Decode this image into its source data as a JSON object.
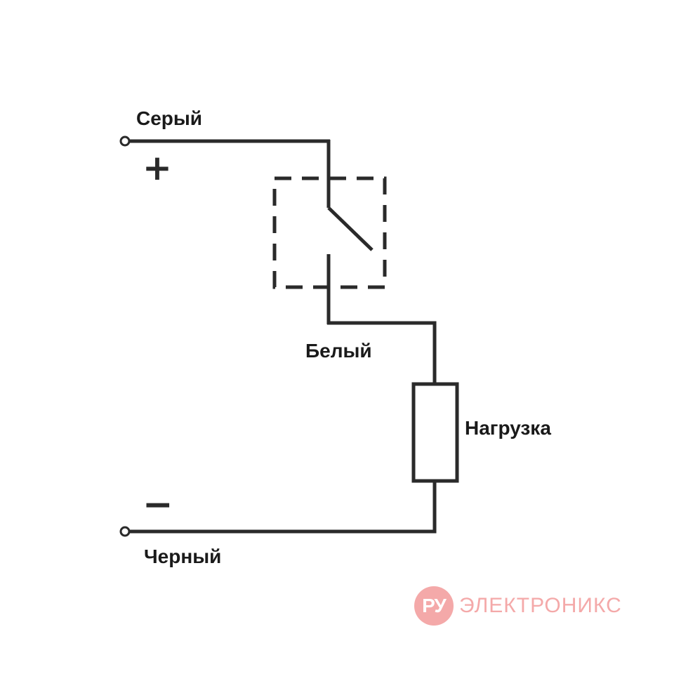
{
  "labels": {
    "gray": "Серый",
    "white": "Белый",
    "load": "Нагрузка",
    "black": "Черный",
    "plus": "+",
    "minus": "−"
  },
  "logo": {
    "badge": "РУ",
    "text": "ЭЛЕКТРОНИКС",
    "color": "#f4a9a9"
  },
  "colors": {
    "wire": "#2a2a2a",
    "text": "#1a1a1a",
    "background": "#ffffff"
  }
}
